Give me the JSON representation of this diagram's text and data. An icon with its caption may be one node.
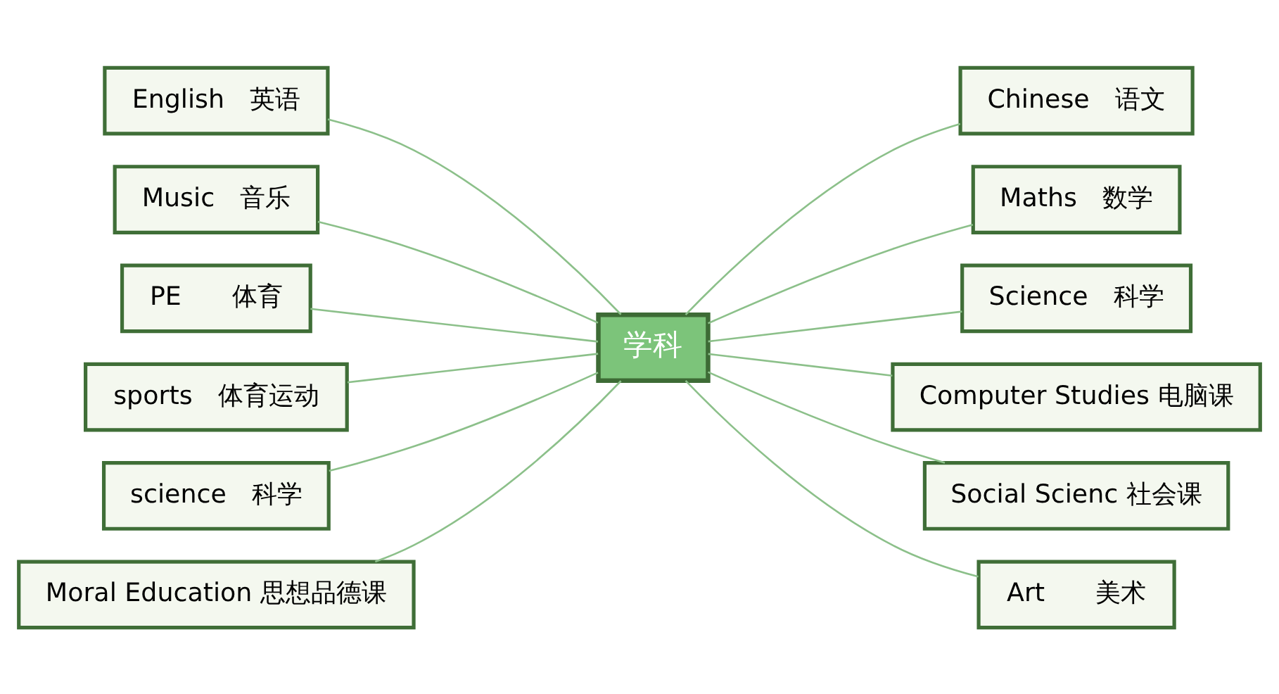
{
  "diagram": {
    "nodes": [
      {
        "text": [
          "学科"
        ]
      },
      {
        "text": [
          "English　英语"
        ]
      },
      {
        "text": [
          "Music　音乐"
        ]
      },
      {
        "text": [
          "PE　　体育"
        ]
      },
      {
        "text": [
          "sports　体育运动"
        ]
      },
      {
        "text": [
          "science　科学"
        ]
      },
      {
        "text": [
          "Moral Education 思想品德课"
        ]
      },
      {
        "text": [
          "Chinese　语文"
        ]
      },
      {
        "text": [
          "Maths　数学"
        ]
      },
      {
        "text": [
          "Science　科学"
        ]
      },
      {
        "text": [
          "Computer Studies 电脑课"
        ]
      },
      {
        "text": [
          "Social Scienc 社会课"
        ]
      },
      {
        "text": [
          "Art　　美术"
        ]
      }
    ],
    "edges": [
      {
        "from": 1,
        "to": 0,
        "arrow": "none"
      },
      {
        "from": 2,
        "to": 0,
        "arrow": "none"
      },
      {
        "from": 3,
        "to": 0,
        "arrow": "none"
      },
      {
        "from": 4,
        "to": 0,
        "arrow": "none"
      },
      {
        "from": 5,
        "to": 0,
        "arrow": "none"
      },
      {
        "from": 6,
        "to": 0,
        "arrow": "none"
      },
      {
        "from": 0,
        "to": 7,
        "arrow": "none"
      },
      {
        "from": 0,
        "to": 8,
        "arrow": "none"
      },
      {
        "from": 0,
        "to": 9,
        "arrow": "none"
      },
      {
        "from": 0,
        "to": 10,
        "arrow": "none"
      },
      {
        "from": 0,
        "to": 11,
        "arrow": "none"
      },
      {
        "from": 0,
        "to": 12,
        "arrow": "none"
      }
    ]
  }
}
